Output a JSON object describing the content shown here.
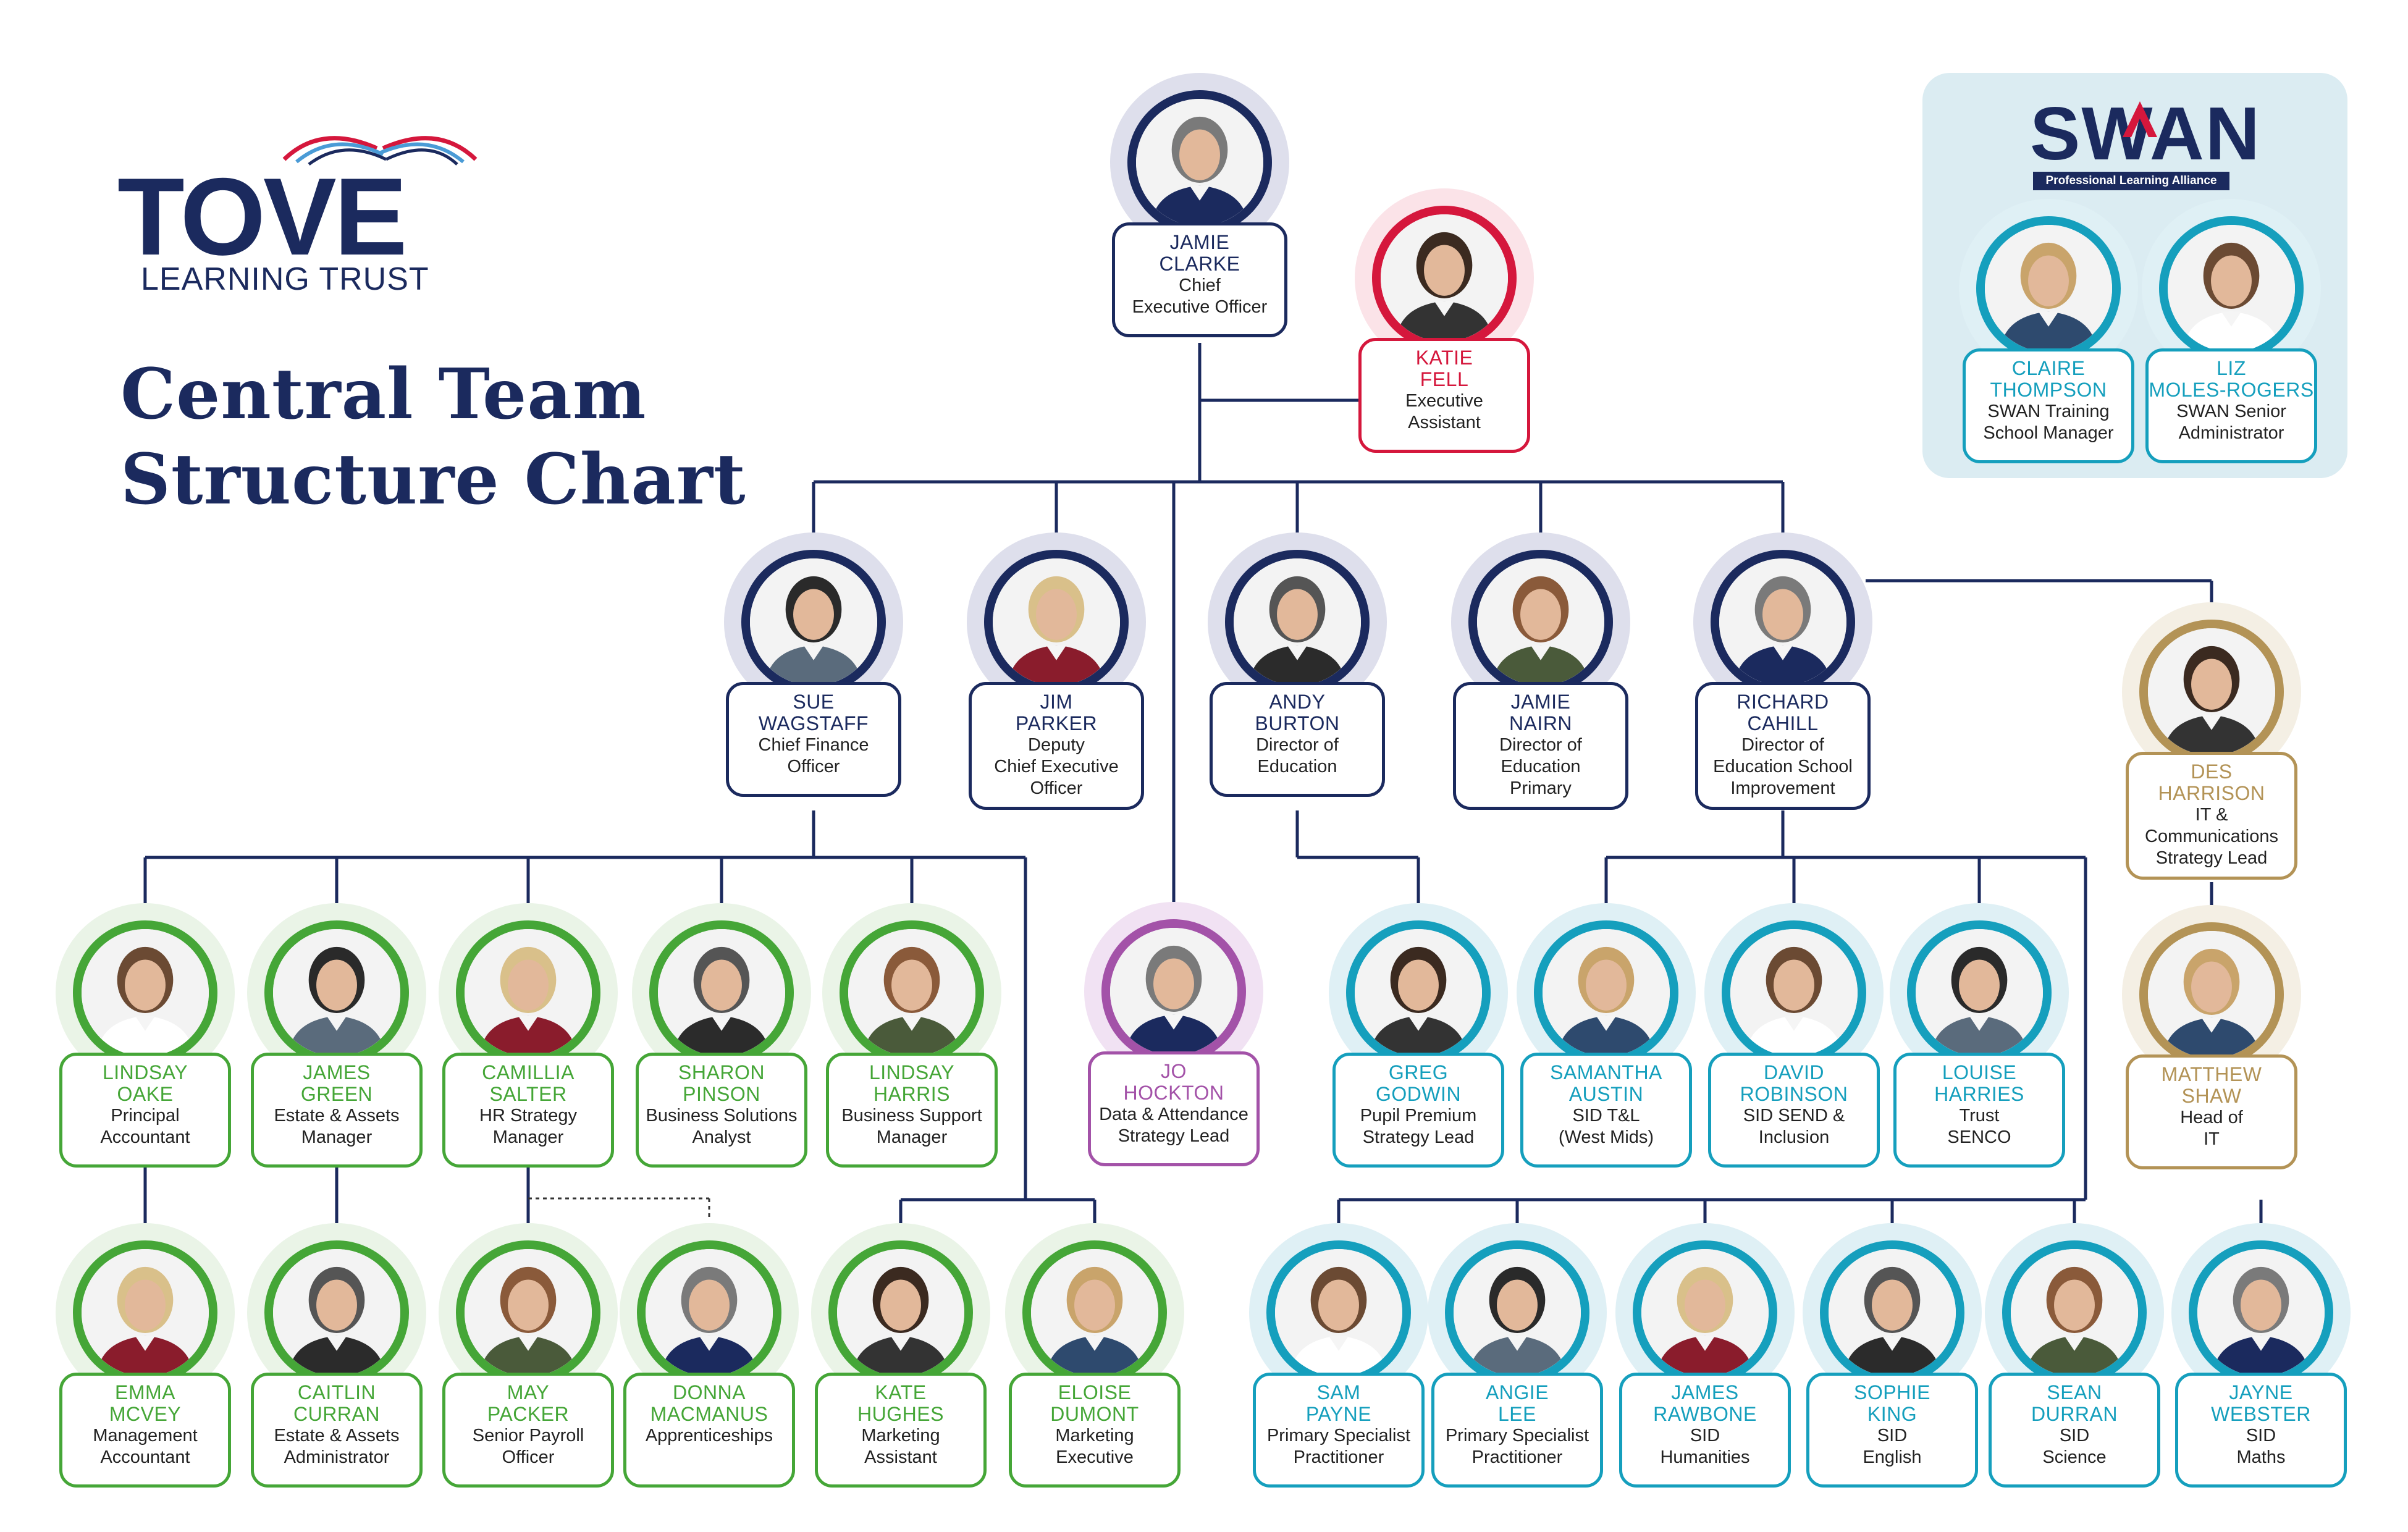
{
  "logo": {
    "word": "TOVE",
    "sub": "LEARNING TRUST"
  },
  "title": {
    "line1": "Central Team",
    "line2": "Structure Chart"
  },
  "swan": {
    "word": "SWAN",
    "tagline": "Professional Learning Alliance"
  },
  "colors": {
    "navy": "#1b2a5e",
    "red": "#d5173c",
    "purple": "#a352a8",
    "green": "#45a637",
    "teal": "#159fbd",
    "gold": "#b39356"
  },
  "people": {
    "jamie_clarke": {
      "name": [
        "JAMIE",
        "CLARKE"
      ],
      "role": [
        "Chief",
        "Executive Officer"
      ]
    },
    "katie_fell": {
      "name": [
        "KATIE",
        "FELL"
      ],
      "role": [
        "Executive",
        "Assistant"
      ]
    },
    "claire_thompson": {
      "name": [
        "CLAIRE",
        "THOMPSON"
      ],
      "role": [
        "SWAN Training",
        "School Manager"
      ]
    },
    "liz_moles_rogers": {
      "name": [
        "LIZ",
        "MOLES-ROGERS"
      ],
      "role": [
        "SWAN Senior",
        "Administrator"
      ]
    },
    "sue_wagstaff": {
      "name": [
        "SUE",
        "WAGSTAFF"
      ],
      "role": [
        "Chief Finance",
        "Officer"
      ]
    },
    "jim_parker": {
      "name": [
        "JIM",
        "PARKER"
      ],
      "role": [
        "Deputy",
        "Chief Executive",
        "Officer"
      ]
    },
    "andy_burton": {
      "name": [
        "ANDY",
        "BURTON"
      ],
      "role": [
        "Director of",
        "Education"
      ]
    },
    "jamie_nairn": {
      "name": [
        "JAMIE",
        "NAIRN"
      ],
      "role": [
        "Director of",
        "Education",
        "Primary"
      ]
    },
    "richard_cahill": {
      "name": [
        "RICHARD",
        "CAHILL"
      ],
      "role": [
        "Director of",
        "Education School",
        "Improvement"
      ]
    },
    "des_harrison": {
      "name": [
        "DES",
        "HARRISON"
      ],
      "role": [
        "IT &",
        "Communications",
        "Strategy Lead"
      ]
    },
    "matthew_shaw": {
      "name": [
        "MATTHEW",
        "SHAW"
      ],
      "role": [
        "Head of",
        "IT"
      ]
    },
    "lindsay_oake": {
      "name": [
        "LINDSAY",
        "OAKE"
      ],
      "role": [
        "Principal",
        "Accountant"
      ]
    },
    "james_green": {
      "name": [
        "JAMES",
        "GREEN"
      ],
      "role": [
        "Estate & Assets",
        "Manager"
      ]
    },
    "camillia_salter": {
      "name": [
        "CAMILLIA",
        "SALTER"
      ],
      "role": [
        "HR Strategy",
        "Manager"
      ]
    },
    "sharon_pinson": {
      "name": [
        "SHARON",
        "PINSON"
      ],
      "role": [
        "Business Solutions",
        "Analyst"
      ]
    },
    "lindsay_harris": {
      "name": [
        "LINDSAY",
        "HARRIS"
      ],
      "role": [
        "Business Support",
        "Manager"
      ]
    },
    "jo_hockton": {
      "name": [
        "JO",
        "HOCKTON"
      ],
      "role": [
        "Data & Attendance",
        "Strategy Lead"
      ]
    },
    "greg_godwin": {
      "name": [
        "GREG",
        "GODWIN"
      ],
      "role": [
        "Pupil Premium",
        "Strategy Lead"
      ]
    },
    "samantha_austin": {
      "name": [
        "SAMANTHA",
        "AUSTIN"
      ],
      "role": [
        "SID T&L",
        "(West Mids)"
      ]
    },
    "david_robinson": {
      "name": [
        "DAVID",
        "ROBINSON"
      ],
      "role": [
        "SID SEND &",
        "Inclusion"
      ]
    },
    "louise_harries": {
      "name": [
        "LOUISE",
        "HARRIES"
      ],
      "role": [
        "Trust",
        "SENCO"
      ]
    },
    "emma_mcvey": {
      "name": [
        "EMMA",
        "MCVEY"
      ],
      "role": [
        "Management",
        "Accountant"
      ]
    },
    "caitlin_curran": {
      "name": [
        "CAITLIN",
        "CURRAN"
      ],
      "role": [
        "Estate & Assets",
        "Administrator"
      ]
    },
    "may_packer": {
      "name": [
        "MAY",
        "PACKER"
      ],
      "role": [
        "Senior Payroll",
        "Officer"
      ]
    },
    "donna_macmanus": {
      "name": [
        "DONNA",
        "MACMANUS"
      ],
      "role": [
        "Apprenticeships"
      ]
    },
    "kate_hughes": {
      "name": [
        "KATE",
        "HUGHES"
      ],
      "role": [
        "Marketing",
        "Assistant"
      ]
    },
    "eloise_dumont": {
      "name": [
        "ELOISE",
        "DUMONT"
      ],
      "role": [
        "Marketing",
        "Executive"
      ]
    },
    "sam_payne": {
      "name": [
        "SAM",
        "PAYNE"
      ],
      "role": [
        "Primary Specialist",
        "Practitioner"
      ]
    },
    "angie_lee": {
      "name": [
        "ANGIE",
        "LEE"
      ],
      "role": [
        "Primary Specialist",
        "Practitioner"
      ]
    },
    "james_rawbone": {
      "name": [
        "JAMES",
        "RAWBONE"
      ],
      "role": [
        "SID",
        "Humanities"
      ]
    },
    "sophie_king": {
      "name": [
        "SOPHIE",
        "KING"
      ],
      "role": [
        "SID",
        "English"
      ]
    },
    "sean_durran": {
      "name": [
        "SEAN",
        "DURRAN"
      ],
      "role": [
        "SID",
        "Science"
      ]
    },
    "jayne_webster": {
      "name": [
        "JAYNE",
        "WEBSTER"
      ],
      "role": [
        "SID",
        "Maths"
      ]
    }
  }
}
